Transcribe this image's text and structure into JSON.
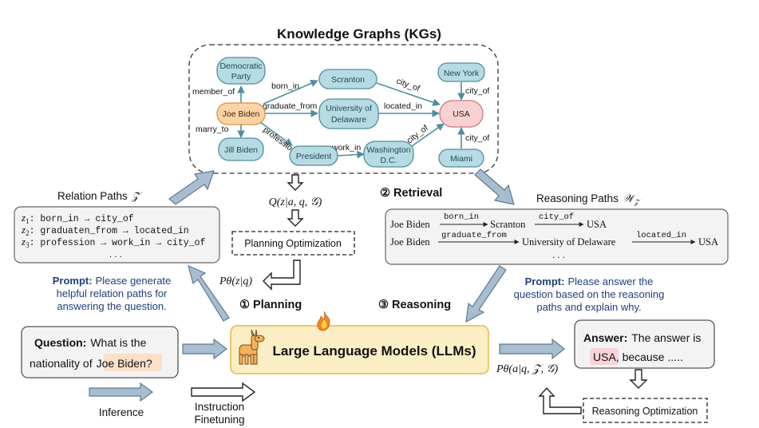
{
  "kg": {
    "title": "Knowledge Graphs (KGs)",
    "nodes": {
      "democratic_party": [
        "Democratic",
        "Party"
      ],
      "joe_biden": "Joe Biden",
      "jill_biden": "Jill Biden",
      "scranton": "Scranton",
      "university_of_delaware": [
        "University of",
        "Delaware"
      ],
      "president": "President",
      "washington_dc": [
        "Washington",
        "D.C."
      ],
      "new_york": "New York",
      "usa": "USA",
      "miami": "Miami"
    },
    "edges": {
      "member_of": "member_of",
      "born_in": "born_in",
      "graduate_from": "graduate_from",
      "marry_to": "marry_to",
      "profession": "profession",
      "city_of_scranton": "city_of",
      "located_in": "located_in",
      "work_in": "work_in",
      "city_of_washington": "city_of",
      "city_of_newyork": "city_of",
      "city_of_miami": "city_of"
    }
  },
  "relation_paths": {
    "title": "Relation Paths",
    "symbol": "𝒵",
    "lines": [
      {
        "var": "z",
        "sub": "1",
        "text": ": born_in → city_of"
      },
      {
        "var": "z",
        "sub": "2",
        "text": ": graduaten_from → located_in"
      },
      {
        "var": "z",
        "sub": "3",
        "text": ": profession → work_in → city_of"
      }
    ],
    "ellipsis": ". . ."
  },
  "retrieval": {
    "label": "② Retrieval"
  },
  "reasoning_paths": {
    "title": "Reasoning Paths",
    "symbol": "𝒲",
    "symbol_sub": "𝒵",
    "rows": [
      {
        "start": "Joe Biden",
        "rel1": "born_in",
        "mid": "Scranton",
        "rel2": "city_of",
        "end": "USA"
      },
      {
        "start": "Joe Biden",
        "rel1": "graduate_from",
        "mid": "University of Delaware",
        "rel2": "located_in",
        "end": "USA"
      }
    ],
    "ellipsis": ". . ."
  },
  "planning": {
    "q_formula": "Q(z|a, q, 𝒢)",
    "optimization": "Planning Optimization",
    "p_formula": "Pθ(z|q)",
    "label": "① Planning"
  },
  "prompt_left": {
    "keyword": "Prompt:",
    "text": "Please generate helpful relation paths for answering the question."
  },
  "prompt_right": {
    "keyword": "Prompt:",
    "text": "Please answer the question based on the reasoning paths and explain why."
  },
  "reasoning": {
    "label": "③ Reasoning"
  },
  "question": {
    "keyword": "Question:",
    "text": "What is the nationality of",
    "entity": "Joe Biden",
    "end": "?"
  },
  "llm": {
    "title": "Large Language Models (LLMs)",
    "icon": "llama-icon",
    "fire_icon": "fire-icon"
  },
  "answer": {
    "keyword": "Answer:",
    "text": "The answer is",
    "entity": "USA",
    "rest": ", because ....."
  },
  "answer_formula": "Pθ(a|q, 𝒵, 𝒢)",
  "reasoning_optimization": "Reasoning Optimization",
  "legend": {
    "inference": "Inference",
    "instruction_finetuning": [
      "Instruction",
      "Finetuning"
    ]
  },
  "colors": {
    "node_fill": "#b7dbe3",
    "node_stroke": "#4f8ea0",
    "joe_fill": "#fbd3a6",
    "joe_stroke": "#d9923f",
    "usa_fill": "#f8d2d2",
    "usa_stroke": "#d07878",
    "llm_fill": "#fbeec5",
    "llm_stroke": "#e0b94a",
    "arrow_fill": "#a8bdd0",
    "arrow_stroke": "#5f7a92",
    "prompt_blue": "#1f3f7a",
    "highlight_peach": "#fbdfc7",
    "highlight_pink": "#f8d4d8"
  }
}
